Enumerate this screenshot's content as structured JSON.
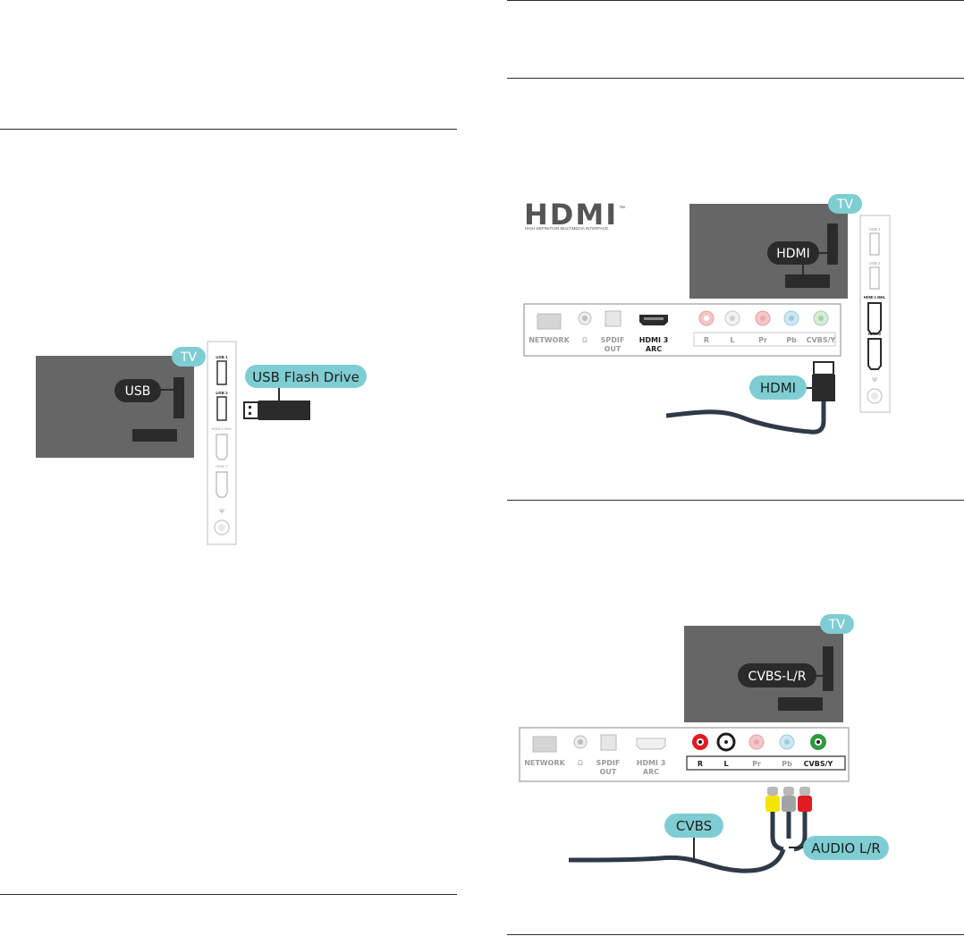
{
  "colors": {
    "tv_body": "#666666",
    "teal": "#7ecdd2",
    "badge_dark": "#2a2a2a",
    "cable": "#3b4754",
    "red": "#e11b22",
    "yellow": "#f5e400",
    "gray": "#a3a3a3"
  },
  "usb_diagram": {
    "tv_tag": "TV",
    "usb_label": "USB",
    "drive_label": "USB Flash Drive",
    "panel_ports": [
      "USB 1",
      "USB 2",
      "HDMI 1 MHL",
      "HDMI 2"
    ]
  },
  "hdmi_diagram": {
    "logo_text": "HDMI",
    "logo_tm": "™",
    "logo_tagline": "HIGH-DEFINITION MULTIMEDIA INTERFACE",
    "tv_tag": "TV",
    "tv_label": "HDMI",
    "cable_label": "HDMI",
    "panel_ports": [
      "USB 1",
      "USB 2",
      "HDMI 1 MHL",
      "HDMI 2"
    ],
    "connector_labels": {
      "network": "NETWORK",
      "headphone": "Ω",
      "spdif": "SPDIF",
      "spdif_sub": "OUT",
      "hdmi": "HDMI 3",
      "hdmi_sub": "ARC",
      "r": "R",
      "l": "L",
      "pr": "Pr",
      "pb": "Pb",
      "cvbs": "CVBS/Y"
    }
  },
  "cvbs_diagram": {
    "tv_tag": "TV",
    "tv_label": "CVBS-L/R",
    "cable_label": "CVBS",
    "audio_label": "AUDIO L/R",
    "connector_labels": {
      "network": "NETWORK",
      "headphone": "Ω",
      "spdif": "SPDIF",
      "spdif_sub": "OUT",
      "hdmi": "HDMI 3",
      "hdmi_sub": "ARC",
      "r": "R",
      "l": "L",
      "pr": "Pr",
      "pb": "Pb",
      "cvbs": "CVBS/Y"
    }
  }
}
